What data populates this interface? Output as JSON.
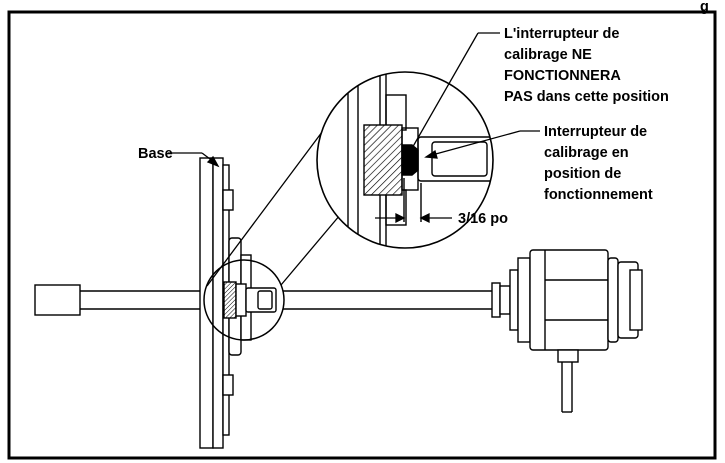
{
  "labels": {
    "base": "Base",
    "no_work_line1": "L'interrupteur de",
    "no_work_line2": "calibrage NE",
    "no_work_line3": "FONCTIONNERA",
    "no_work_line4": "PAS dans cette position",
    "work_line1": "Interrupteur de",
    "work_line2": "calibrage en",
    "work_line3": "position de",
    "work_line4": "fonctionnement",
    "gap_dimension": "3/16 po",
    "top_fragment": "g"
  }
}
